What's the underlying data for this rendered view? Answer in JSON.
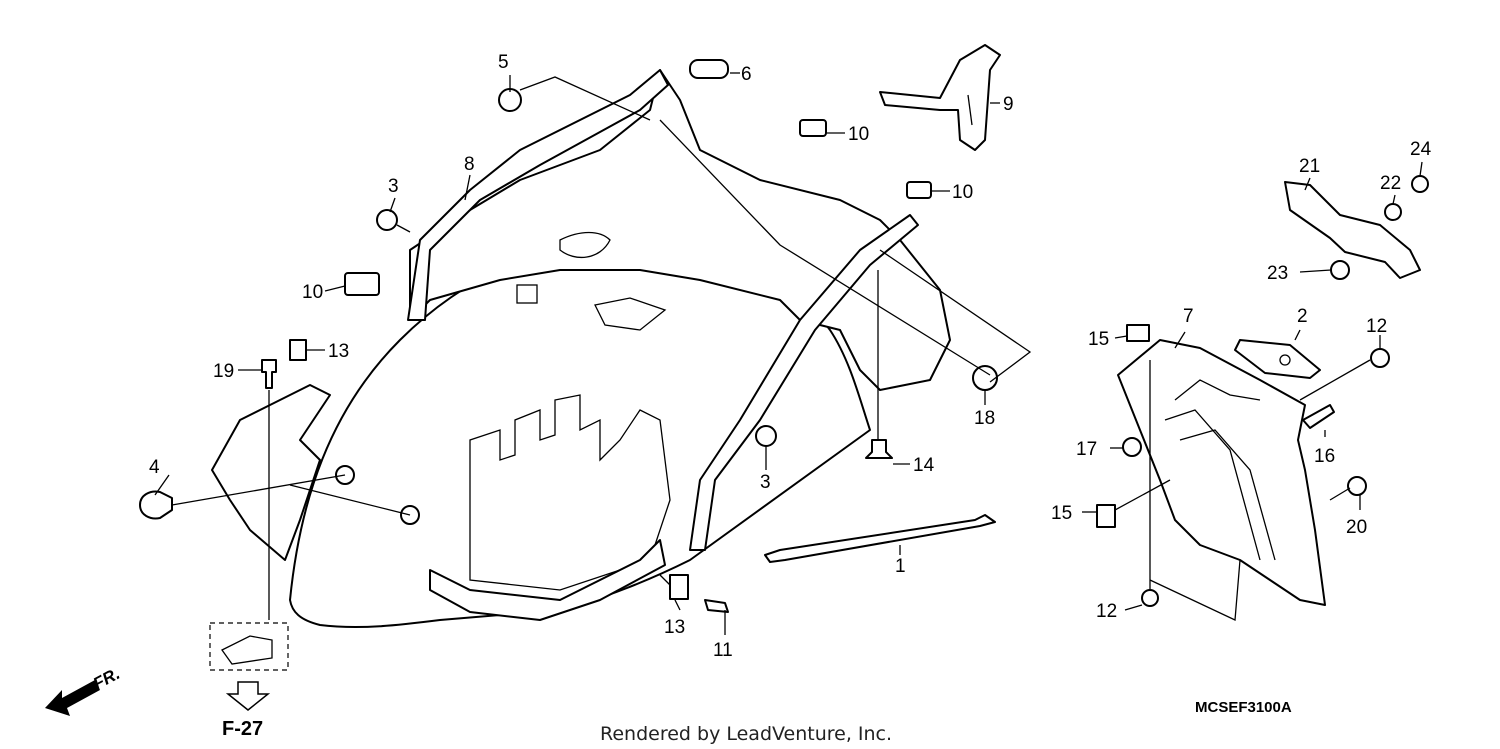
{
  "diagram_code": "MCSEF3100A",
  "credit": "Rendered by LeadVenture, Inc.",
  "reference": "F-27",
  "direction": "FR.",
  "callouts": [
    {
      "n": "5"
    },
    {
      "n": "6"
    },
    {
      "n": "9"
    },
    {
      "n": "10"
    },
    {
      "n": "10"
    },
    {
      "n": "3"
    },
    {
      "n": "8"
    },
    {
      "n": "10"
    },
    {
      "n": "13"
    },
    {
      "n": "19"
    },
    {
      "n": "4"
    },
    {
      "n": "3"
    },
    {
      "n": "14"
    },
    {
      "n": "18"
    },
    {
      "n": "1"
    },
    {
      "n": "13"
    },
    {
      "n": "11"
    },
    {
      "n": "21"
    },
    {
      "n": "24"
    },
    {
      "n": "22"
    },
    {
      "n": "23"
    },
    {
      "n": "15"
    },
    {
      "n": "7"
    },
    {
      "n": "2"
    },
    {
      "n": "12"
    },
    {
      "n": "17"
    },
    {
      "n": "16"
    },
    {
      "n": "15"
    },
    {
      "n": "20"
    },
    {
      "n": "12"
    }
  ]
}
